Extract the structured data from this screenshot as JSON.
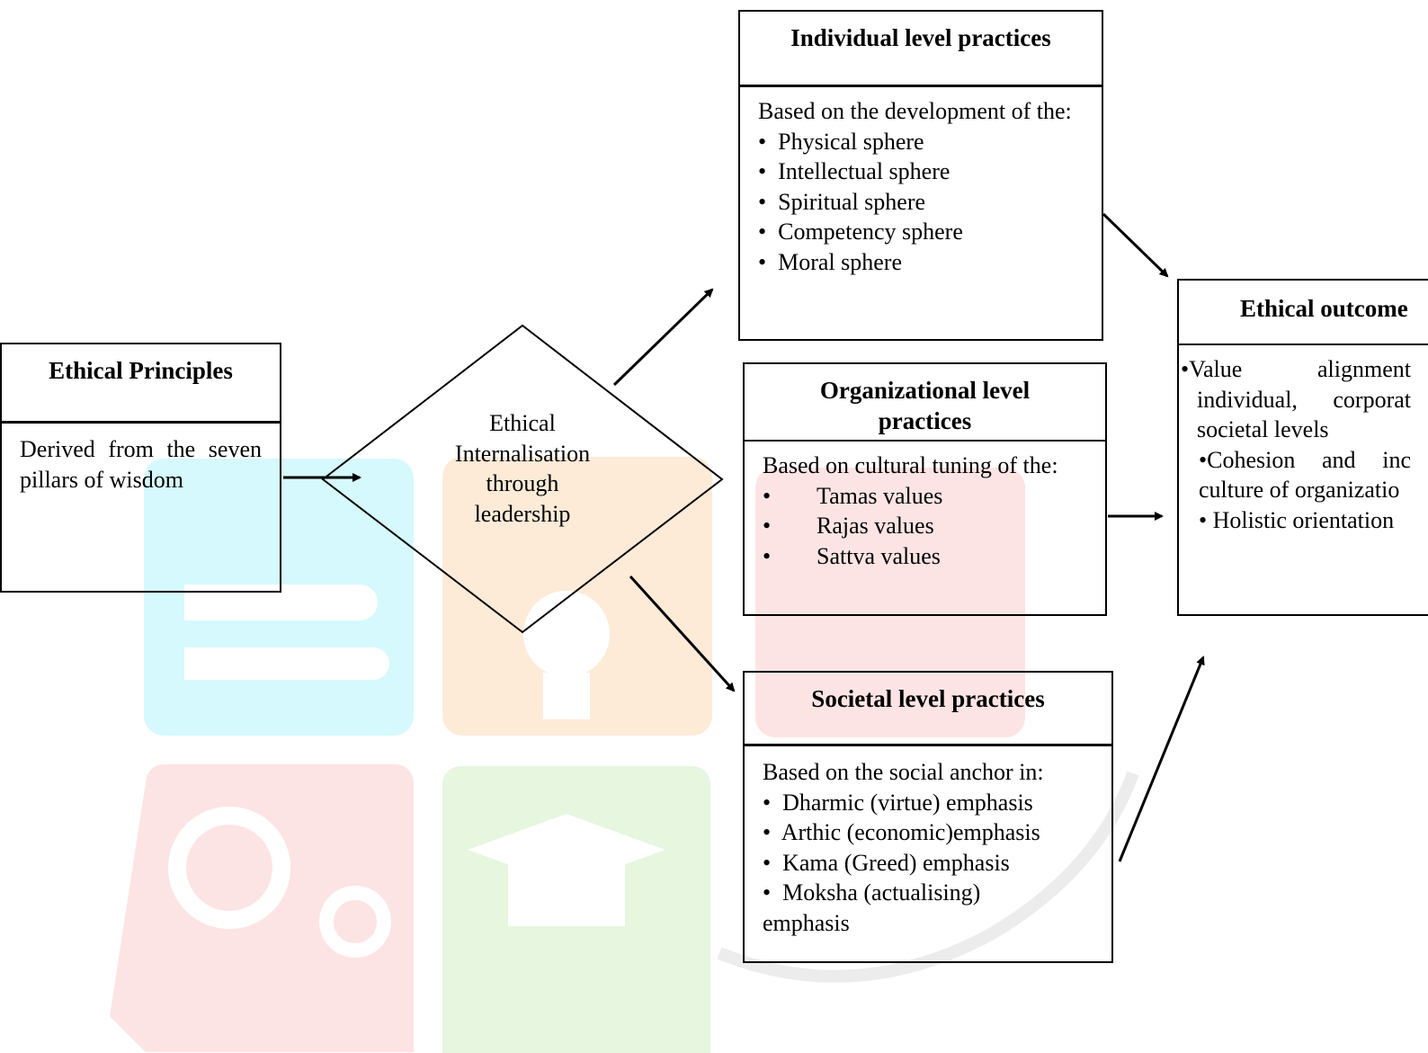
{
  "principles": {
    "title": "Ethical Principles",
    "body": "Derived from the seven pillars of wisdom"
  },
  "diamond": {
    "lines": [
      "Ethical",
      "Internalisation",
      "through",
      "leadership"
    ]
  },
  "individual": {
    "title": "Individual level practices",
    "intro": "Based on the development of the:",
    "items": [
      "Physical sphere",
      "Intellectual sphere",
      "Spiritual sphere",
      "Competency sphere",
      "Moral sphere"
    ]
  },
  "organizational": {
    "title": "Organizational level practices",
    "intro": "Based on cultural tuning of the:",
    "items": [
      "Tamas values",
      "Rajas values",
      "Sattva values"
    ]
  },
  "societal": {
    "title": "Societal level practices",
    "intro": "Based on the social anchor in:",
    "items": [
      "Dharmic (virtue) emphasis",
      "Arthic (economic)emphasis",
      "Kama (Greed) emphasis",
      "Moksha (actualising) emphasis"
    ]
  },
  "outcomes": {
    "title": "Ethical outcome",
    "items": [
      "•Value alignment individual, corporat societal levels",
      "•Cohesion and inc culture of organizatio",
      "• Holistic orientation"
    ]
  },
  "bullet": "•",
  "colors": {
    "line": "#000000",
    "wm_cyan": "#d6f9fd",
    "wm_orange": "#fdebd8",
    "wm_red": "#fde4e4",
    "wm_green": "#e6f6df"
  }
}
